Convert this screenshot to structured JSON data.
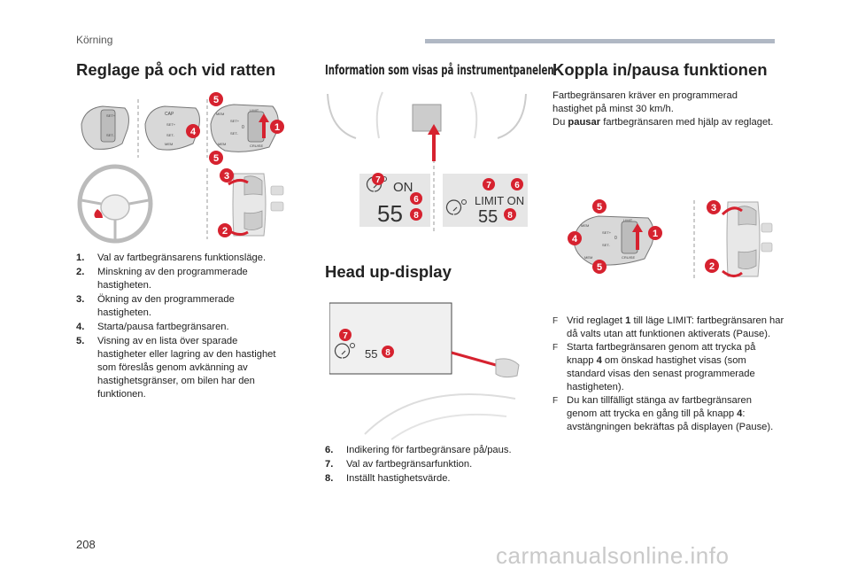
{
  "header": {
    "section": "Körning"
  },
  "left": {
    "title": "Reglage på och vid ratten",
    "legend": [
      {
        "num": "1.",
        "text": "Val av fartbegränsarens funktionsläge."
      },
      {
        "num": "2.",
        "text": "Minskning av den programmerade hastigheten."
      },
      {
        "num": "3.",
        "text": "Ökning av den programmerade hastigheten."
      },
      {
        "num": "4.",
        "text": "Starta/pausa fartbegränsaren."
      },
      {
        "num": "5.",
        "text": "Visning av en lista över sparade hastigheter eller lagring av den hastighet som föreslås genom avkänning av hastighetsgränser, om bilen har den funktionen."
      }
    ],
    "stalk_labels": {
      "set_plus": "SET+",
      "set_minus": "SET-",
      "mem": "MEM",
      "cap": "CAP",
      "limit": "LIMIT",
      "zero": "0",
      "cruise": "CRUISE"
    }
  },
  "middle": {
    "title": "Information som visas på instrumentpanelen",
    "display1": {
      "status": "ON",
      "speed": "55"
    },
    "display2": {
      "status": "LIMIT ON",
      "speed": "55"
    },
    "hud_title": "Head up-display",
    "hud": {
      "speed": "55"
    },
    "legend": [
      {
        "num": "6.",
        "text": "Indikering för fartbegränsare på/paus."
      },
      {
        "num": "7.",
        "text": "Val av fartbegränsarfunktion."
      },
      {
        "num": "8.",
        "text": "Inställt hastighetsvärde."
      }
    ]
  },
  "right": {
    "title": "Koppla in/pausa funktionen",
    "intro_1": "Fartbegränsaren kräver en programmerad hastighet på minst 30 km/h.",
    "intro_2a": "Du ",
    "intro_2b": "pausar",
    "intro_2c": " fartbegränsaren med hjälp av reglaget.",
    "bullet_marker": "F",
    "bullets": [
      {
        "a": "Vrid reglaget ",
        "b": "1",
        "c": " till läge LIMIT: fartbegränsaren har då valts utan att funktionen aktiverats (Pause)."
      },
      {
        "a": "Starta fartbegränsaren genom att trycka på knapp ",
        "b": "4",
        "c": " om önskad hastighet visas (som standard visas den senast programmerade hastigheten)."
      },
      {
        "a": "Du kan tillfälligt stänga av fartbegränsaren genom att trycka en gång till på knapp ",
        "b": "4",
        "c": ": avstängningen bekräftas på displayen (Pause)."
      }
    ]
  },
  "callouts": {
    "c1": "1",
    "c2": "2",
    "c3": "3",
    "c4": "4",
    "c5": "5",
    "c6": "6",
    "c7": "7",
    "c8": "8"
  },
  "footer": {
    "page": "208",
    "watermark": "carmanualsonline.info"
  },
  "colors": {
    "callout": "#d6222f",
    "text": "#222222",
    "topbar": "#b0b8c4"
  }
}
